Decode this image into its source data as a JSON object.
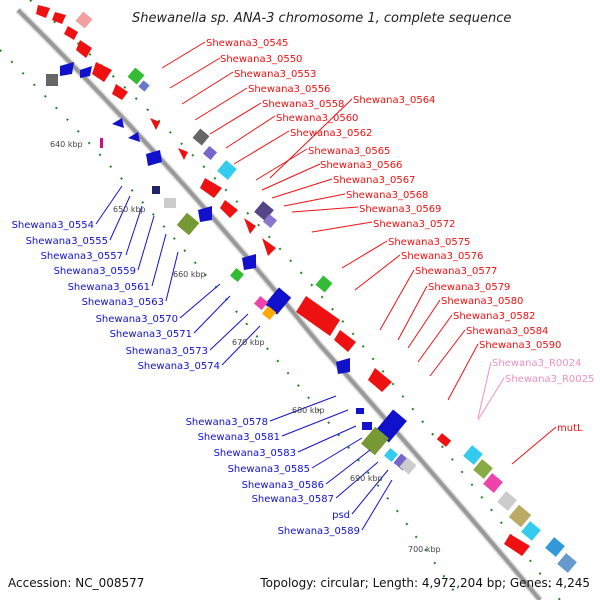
{
  "title": "Shewanella sp. ANA-3 chromosome 1, complete sequence",
  "accession": "Accession: NC_008577",
  "summary": "Topology: circular; Length: 4,972,204 bp; Genes: 4,245",
  "scale_labels": [
    "640 kbp",
    "650 kbp",
    "660 kbp",
    "670 kbp",
    "680 kbp",
    "690 kbp",
    "700 kbp"
  ],
  "right_labels": [
    "Shewana3_0545",
    "Shewana3_0550",
    "Shewana3_0553",
    "Shewana3_0556",
    "Shewana3_0558",
    "Shewana3_0560",
    "Shewana3_0562",
    "Shewana3_0564",
    "Shewana3_0565",
    "Shewana3_0566",
    "Shewana3_0567",
    "Shewana3_0568",
    "Shewana3_0569",
    "Shewana3_0572",
    "Shewana3_0575",
    "Shewana3_0576",
    "Shewana3_0577",
    "Shewana3_0579",
    "Shewana3_0580",
    "Shewana3_0582",
    "Shewana3_0584",
    "Shewana3_0590",
    "Shewana3_R0024",
    "Shewana3_R0025",
    "mutL"
  ],
  "left_labels": [
    "Shewana3_0554",
    "Shewana3_0555",
    "Shewana3_0557",
    "Shewana3_0559",
    "Shewana3_0561",
    "Shewana3_0563",
    "Shewana3_0570",
    "Shewana3_0571",
    "Shewana3_0573",
    "Shewana3_0574",
    "Shewana3_0578",
    "Shewana3_0581",
    "Shewana3_0583",
    "Shewana3_0585",
    "Shewana3_0586",
    "Shewana3_0587",
    "psd",
    "Shewana3_0589"
  ],
  "colors": {
    "forward_gene": "#ee1111",
    "reverse_gene": "#1111cc",
    "rna_gene": "#f090c0",
    "backbone": "#999999",
    "scale_dots": "#228822"
  }
}
